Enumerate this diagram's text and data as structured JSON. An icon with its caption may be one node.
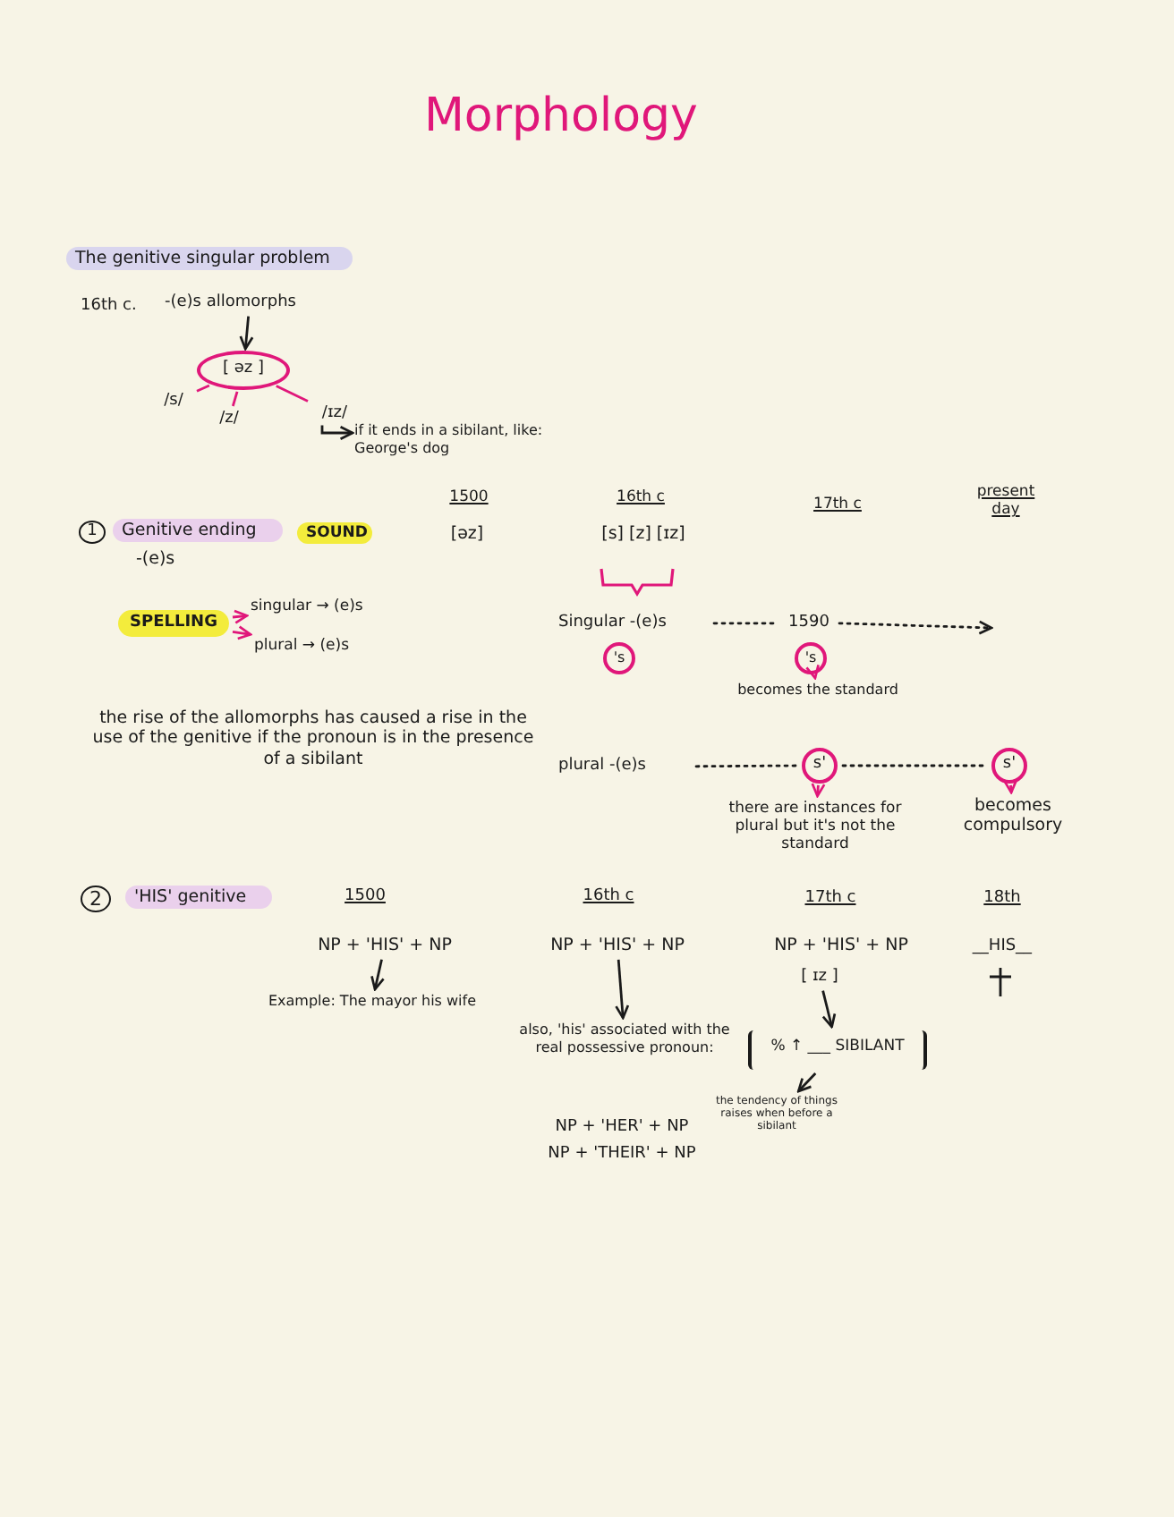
{
  "diagram": {
    "title": "Morphology",
    "nodes": [
      {
        "text": [
          "-(e)s allomorphs"
        ]
      },
      {
        "text": [
          "[ əz ]"
        ]
      },
      {
        "text": [
          "/s/"
        ]
      },
      {
        "text": [
          "/z/"
        ]
      },
      {
        "text": [
          "/ɪz/"
        ]
      },
      {
        "text": [
          "if it ends in a sibilant, like: George's dog"
        ]
      },
      {
        "text": [
          "SPELLING"
        ]
      },
      {
        "text": [
          "singular → (e)s"
        ]
      },
      {
        "text": [
          "plural → (e)s"
        ]
      },
      {
        "text": [
          "Singular -(e)s"
        ]
      },
      {
        "text": [
          "1590"
        ]
      },
      {
        "text": [
          "'s"
        ]
      },
      {
        "text": [
          "'s"
        ]
      },
      {
        "text": [
          "becomes the standard"
        ]
      },
      {
        "text": [
          "plural -(e)s"
        ]
      },
      {
        "text": [
          "s'"
        ]
      },
      {
        "text": [
          "s'"
        ]
      },
      {
        "text": [
          "there are instances for plural but it's not the standard"
        ]
      },
      {
        "text": [
          "becomes compulsory"
        ]
      },
      {
        "text": [
          "NP + 'HIS' + NP"
        ]
      },
      {
        "text": [
          "Example: The mayor his wife"
        ]
      },
      {
        "text": [
          "NP + 'HIS' + NP"
        ]
      },
      {
        "text": [
          "also, 'his' associated with the real possessive pronoun:"
        ]
      },
      {
        "text": [
          "[ ɪz ]"
        ]
      },
      {
        "text": [
          "% ↑ ___ SIBILANT"
        ]
      },
      {
        "text": [
          "the tendency of things raises when before a sibilant"
        ]
      }
    ],
    "edges": [
      {
        "from": 0,
        "to": 1,
        "arrow": "to"
      },
      {
        "from": 1,
        "to": 2,
        "arrow": "none",
        "color": "#e0177a"
      },
      {
        "from": 1,
        "to": 3,
        "arrow": "none",
        "color": "#e0177a"
      },
      {
        "from": 1,
        "to": 4,
        "arrow": "none",
        "color": "#e0177a"
      },
      {
        "from": 4,
        "to": 5,
        "arrow": "to"
      },
      {
        "from": 6,
        "to": 7,
        "arrow": "to",
        "color": "#e0177a"
      },
      {
        "from": 6,
        "to": 8,
        "arrow": "to",
        "color": "#e0177a"
      },
      {
        "from": 9,
        "to": 10,
        "arrow": "none",
        "style": "dashed"
      },
      {
        "from": 10,
        "to": null,
        "arrow": "to",
        "style": "dashed"
      },
      {
        "from": 12,
        "to": 13,
        "arrow": "to",
        "color": "#e0177a"
      },
      {
        "from": 14,
        "to": 15,
        "arrow": "none",
        "style": "dashed"
      },
      {
        "from": 15,
        "to": 16,
        "arrow": "none",
        "style": "dashed"
      },
      {
        "from": 15,
        "to": 17,
        "arrow": "to",
        "color": "#e0177a"
      },
      {
        "from": 16,
        "to": 18,
        "arrow": "to",
        "color": "#e0177a"
      },
      {
        "from": 19,
        "to": 20,
        "arrow": "to"
      },
      {
        "from": 21,
        "to": 22,
        "arrow": "to"
      },
      {
        "from": 23,
        "to": 24,
        "arrow": "to"
      },
      {
        "from": 24,
        "to": 25,
        "arrow": "to"
      }
    ],
    "labels": [
      "The genitive singular problem",
      "16th c.",
      "1",
      "Genitive ending",
      "-(e)s",
      "SOUND",
      "1500",
      "16th c",
      "17th c",
      "present day",
      "[əz]",
      "[s] [z] [ɪz]",
      "the rise of the allomorphs has caused a rise in the use of the genitive if the pronoun is in the presence of a sibilant",
      "2",
      "'HIS' genitive",
      "1500",
      "16th c",
      "17th c",
      "18th",
      "NP + 'HIS' + NP",
      "__HIS__",
      "NP + 'HER' + NP",
      "NP + 'THEIR' + NP"
    ]
  }
}
